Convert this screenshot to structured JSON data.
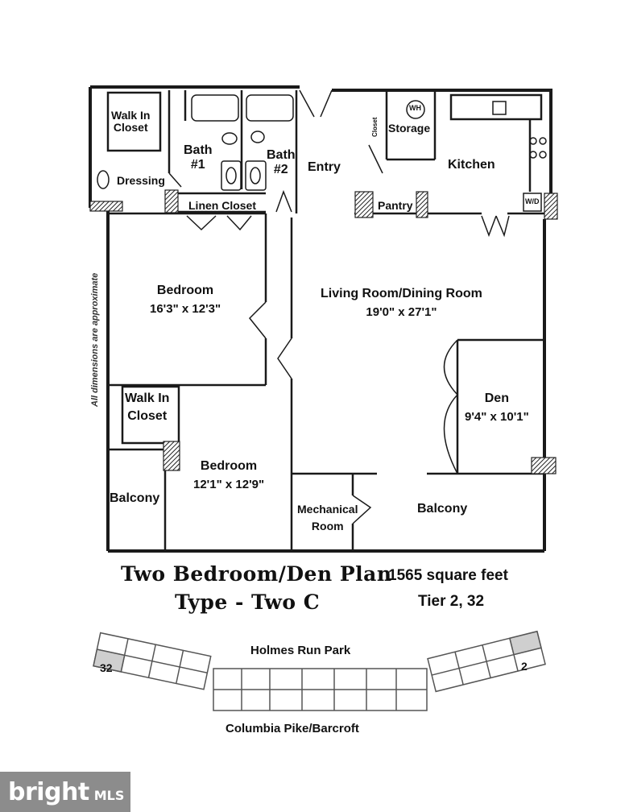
{
  "rooms": {
    "walk_in_closet_top": [
      "Walk In",
      "Closet"
    ],
    "dressing": "Dressing",
    "bath1": [
      "Bath",
      "#1"
    ],
    "bath2": [
      "Bath",
      "#2"
    ],
    "linen_closet": "Linen Closet",
    "entry": "Entry",
    "closet": "Closet",
    "wh": "WH",
    "storage": "Storage",
    "kitchen": "Kitchen",
    "pantry": "Pantry",
    "wd": "W/D",
    "bedroom1": {
      "name": "Bedroom",
      "dims": "16'3\" x 12'3\""
    },
    "living": {
      "name": "Living Room/Dining Room",
      "dims": "19'0\" x 27'1\""
    },
    "den": {
      "name": "Den",
      "dims": "9'4\" x 10'1\""
    },
    "walk_in_closet_bottom": [
      "Walk In",
      "Closet"
    ],
    "bedroom2": {
      "name": "Bedroom",
      "dims": "12'1\" x 12'9\""
    },
    "balcony_left": "Balcony",
    "mechanical": [
      "Mechanical",
      "Room"
    ],
    "balcony_right": "Balcony"
  },
  "disclaimer": "All dimensions are approximate",
  "plan_title": "Two Bedroom/Den Plan",
  "plan_type": "Type - Two C",
  "square_feet": "1565 square feet",
  "tier": "Tier 2, 32",
  "site": {
    "top_label": "Holmes Run Park",
    "bottom_label": "Columbia Pike/Barcroft",
    "unit_left": "32",
    "unit_right": "2"
  },
  "watermark": {
    "word": "bright",
    "suffix": "MLS"
  }
}
